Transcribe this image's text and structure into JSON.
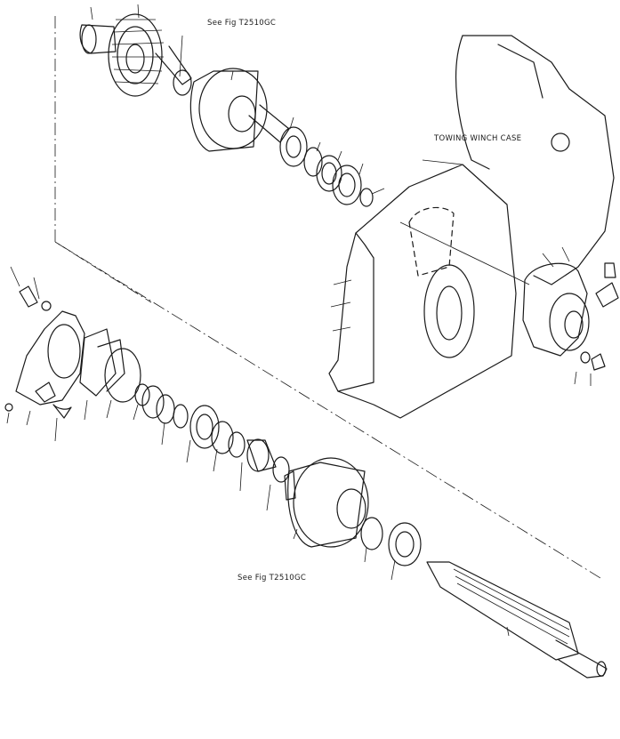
{
  "labels": {
    "see_fig_top": "See Fig  T2510GC",
    "see_fig_bottom": "See Fig  T2510GC",
    "case": "TOWING WINCH CASE"
  }
}
